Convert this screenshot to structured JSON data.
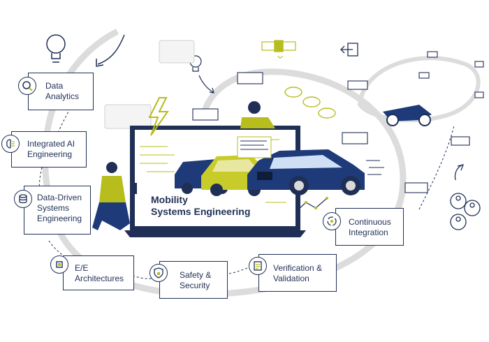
{
  "capabilities": [
    {
      "id": "data-analytics",
      "label": "Data\nAnalytics",
      "icon": "magnifier-chart-icon"
    },
    {
      "id": "integrated-ai",
      "label": "Integrated AI\nEngineering",
      "icon": "brain-circuit-icon"
    },
    {
      "id": "data-driven",
      "label": "Data-Driven\nSystems\nEngineering",
      "icon": "database-icon"
    },
    {
      "id": "ee-arch",
      "label": "E/E\nArchitectures",
      "icon": "chip-icon"
    },
    {
      "id": "safety",
      "label": "Safety &\nSecurity",
      "icon": "shield-lock-icon"
    },
    {
      "id": "verification",
      "label": "Verification &\nValidation",
      "icon": "checklist-icon"
    },
    {
      "id": "continuous",
      "label": "Continuous\nIntegration",
      "icon": "cycle-target-icon"
    }
  ],
  "center": {
    "label": "Mobility\nSystems Engineering"
  },
  "colors": {
    "navy": "#1f2f55",
    "lime": "#b7bd1c",
    "ring": "#d9d9d9",
    "blue": "#1e3a78"
  }
}
